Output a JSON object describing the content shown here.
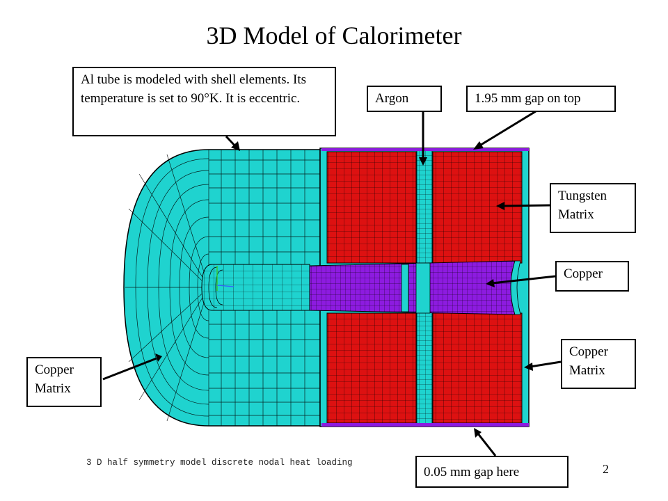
{
  "title": "3D Model of Calorimeter",
  "callouts": {
    "al_tube": "Al tube is modeled with shell elements. Its temperature is set to 90°K. It is eccentric.",
    "argon": "Argon",
    "gap_top": "1.95 mm gap on top",
    "tungsten_line1": "Tungsten",
    "tungsten_line2": "Matrix",
    "copper": "Copper",
    "copper_matrix_right_line1": "Copper",
    "copper_matrix_right_line2": "Matrix",
    "copper_matrix_left_line1": "Copper",
    "copper_matrix_left_line2": "Matrix",
    "gap_bottom": "0.05 mm gap here"
  },
  "footer": "3 D half symmetry model discrete nodal heat loading",
  "page_number": "2",
  "colors": {
    "copper_matrix": "#1fd3cf",
    "tungsten_matrix": "#dd1111",
    "copper": "#8d1be0",
    "mesh_line": "#000000"
  }
}
